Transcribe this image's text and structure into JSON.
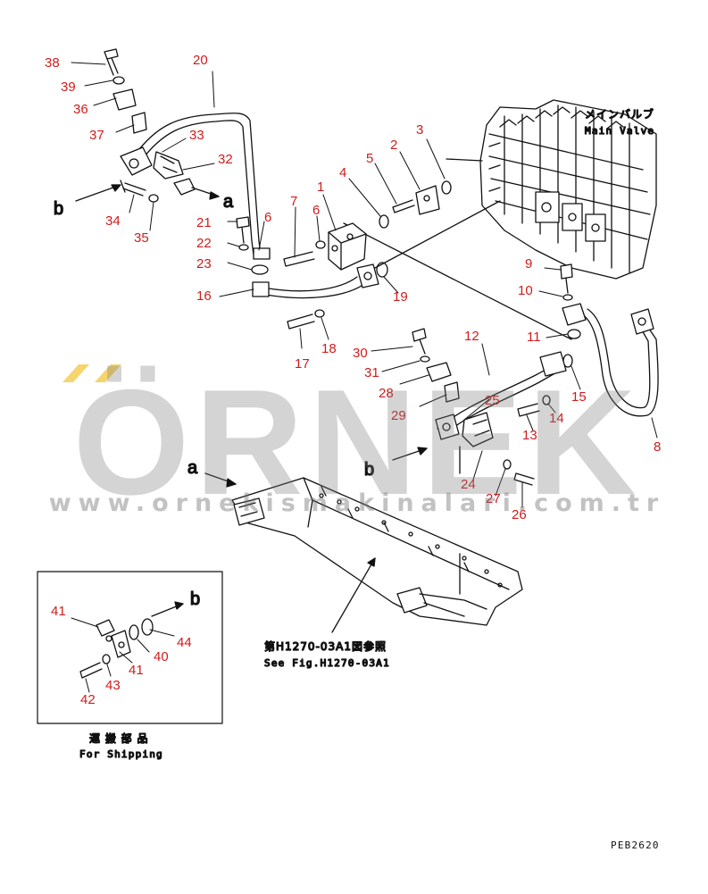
{
  "figure_code": "PEB2620",
  "main_valve": {
    "jp": "メインバルブ",
    "en": "Main Valve"
  },
  "shipping": {
    "jp": "運 搬 部 品",
    "en": "For Shipping"
  },
  "see_fig": {
    "jp": "第H1270-03A1図参照",
    "en": "See Fig.H1270-03A1"
  },
  "connection_letters": {
    "a": "a",
    "b": "b"
  },
  "watermark": {
    "brand": "ÖRNEK",
    "url": "www.ornekismakinalari.com.tr",
    "accent_color": "#f2c230"
  },
  "colors": {
    "callout": "#d01c1c",
    "line": "#111111"
  },
  "callouts": {
    "n1": "1",
    "n2": "2",
    "n3": "3",
    "n4": "4",
    "n5": "5",
    "n6": "6",
    "n7": "7",
    "n8": "8",
    "n9": "9",
    "n10": "10",
    "n11": "11",
    "n12": "12",
    "n13": "13",
    "n14": "14",
    "n15": "15",
    "n16": "16",
    "n17": "17",
    "n18": "18",
    "n19": "19",
    "n20": "20",
    "n21": "21",
    "n22": "22",
    "n23": "23",
    "n24": "24",
    "n25": "25",
    "n26": "26",
    "n27": "27",
    "n28": "28",
    "n29": "29",
    "n30": "30",
    "n31": "31",
    "n32": "32",
    "n33": "33",
    "n34": "34",
    "n35": "35",
    "n36": "36",
    "n37": "37",
    "n38": "38",
    "n39": "39",
    "n40": "40",
    "n41a": "41",
    "n41b": "41",
    "n42": "42",
    "n43": "43",
    "n44": "44"
  }
}
